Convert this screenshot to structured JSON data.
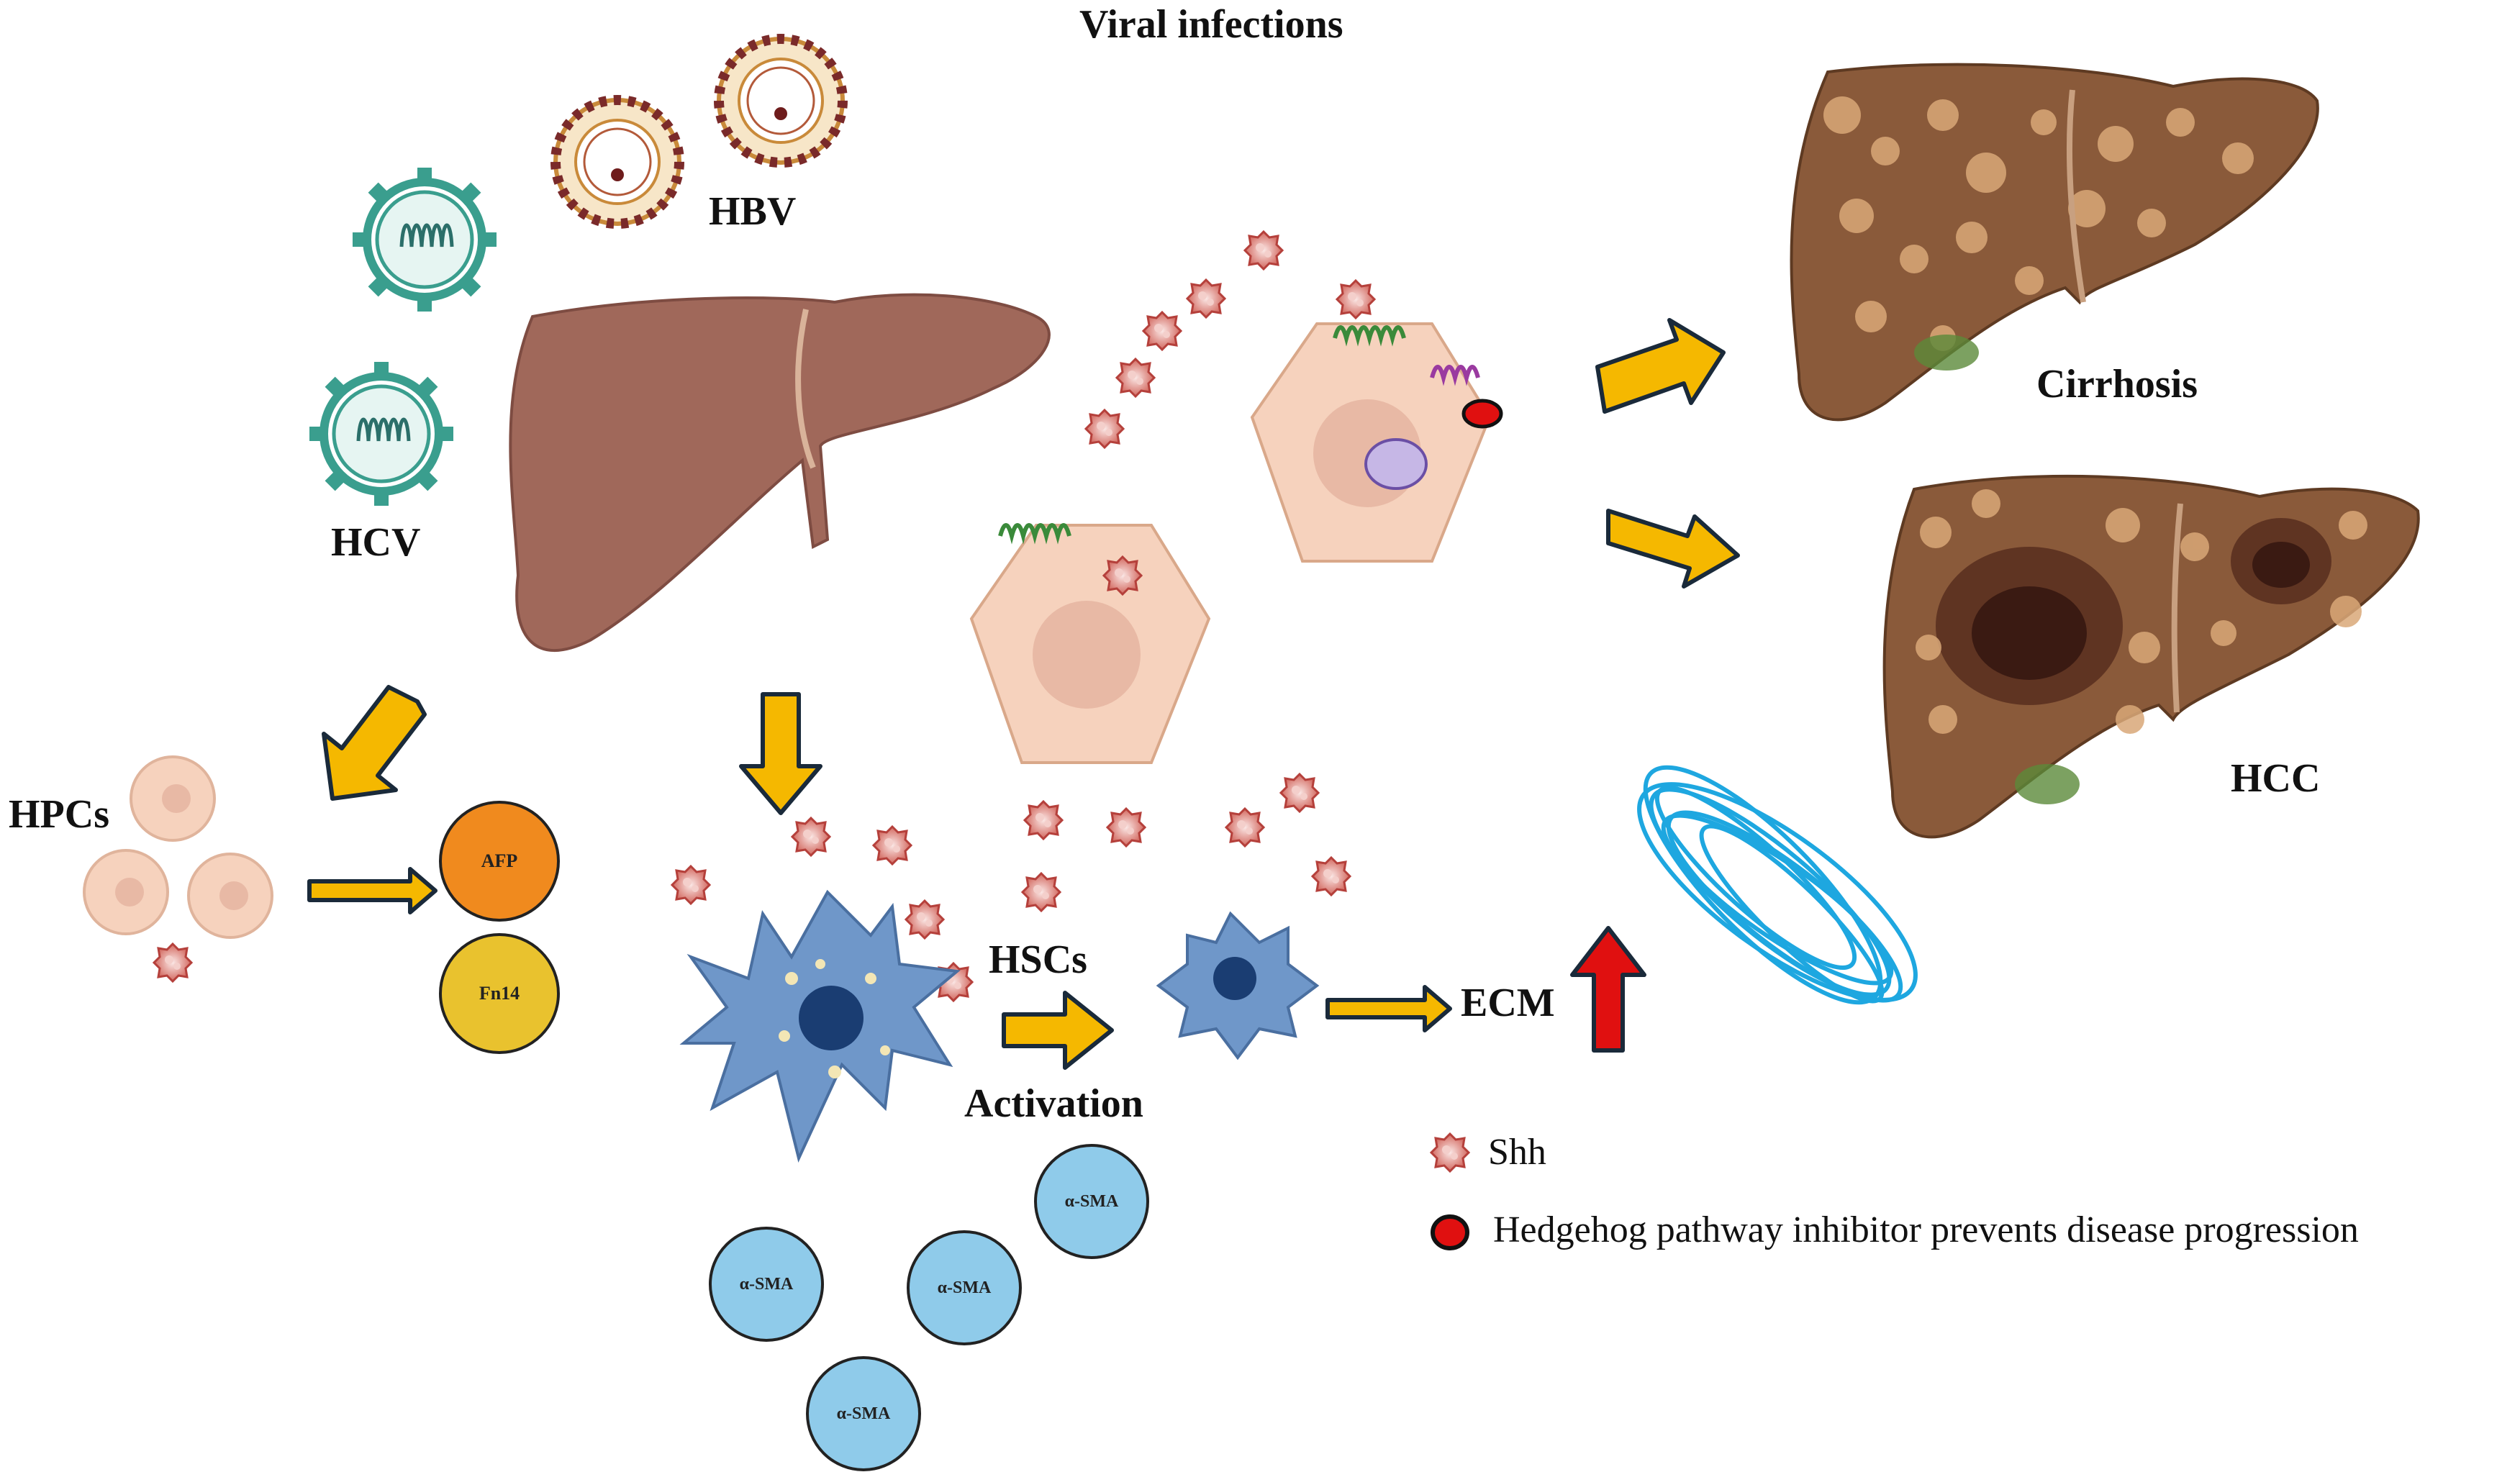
{
  "title": "Viral infections",
  "labels": {
    "hbv": "HBV",
    "hcv": "HCV",
    "hpcs": "HPCs",
    "hscs": "HSCs",
    "activation": "Activation",
    "ecm": "ECM",
    "cirrhosis": "Cirrhosis",
    "hcc": "HCC"
  },
  "markers": {
    "afp": "AFP",
    "fn14": "Fn14",
    "asma": "α-SMA"
  },
  "legend": {
    "shh": "Shh",
    "inhibitor": "Hedgehog pathway inhibitor prevents disease progression"
  },
  "colors": {
    "arrow": "#f5b800",
    "arrow_outline": "#1a2a3a",
    "red_arrow": "#e01010",
    "liver": "#a0685a",
    "hsc": "#6f97c9",
    "asma": "#8fcbea",
    "afp": "#f08a1e",
    "fn14": "#e9c22e",
    "ecm": "#1ea7e0",
    "cell": "#f6d2bd"
  }
}
